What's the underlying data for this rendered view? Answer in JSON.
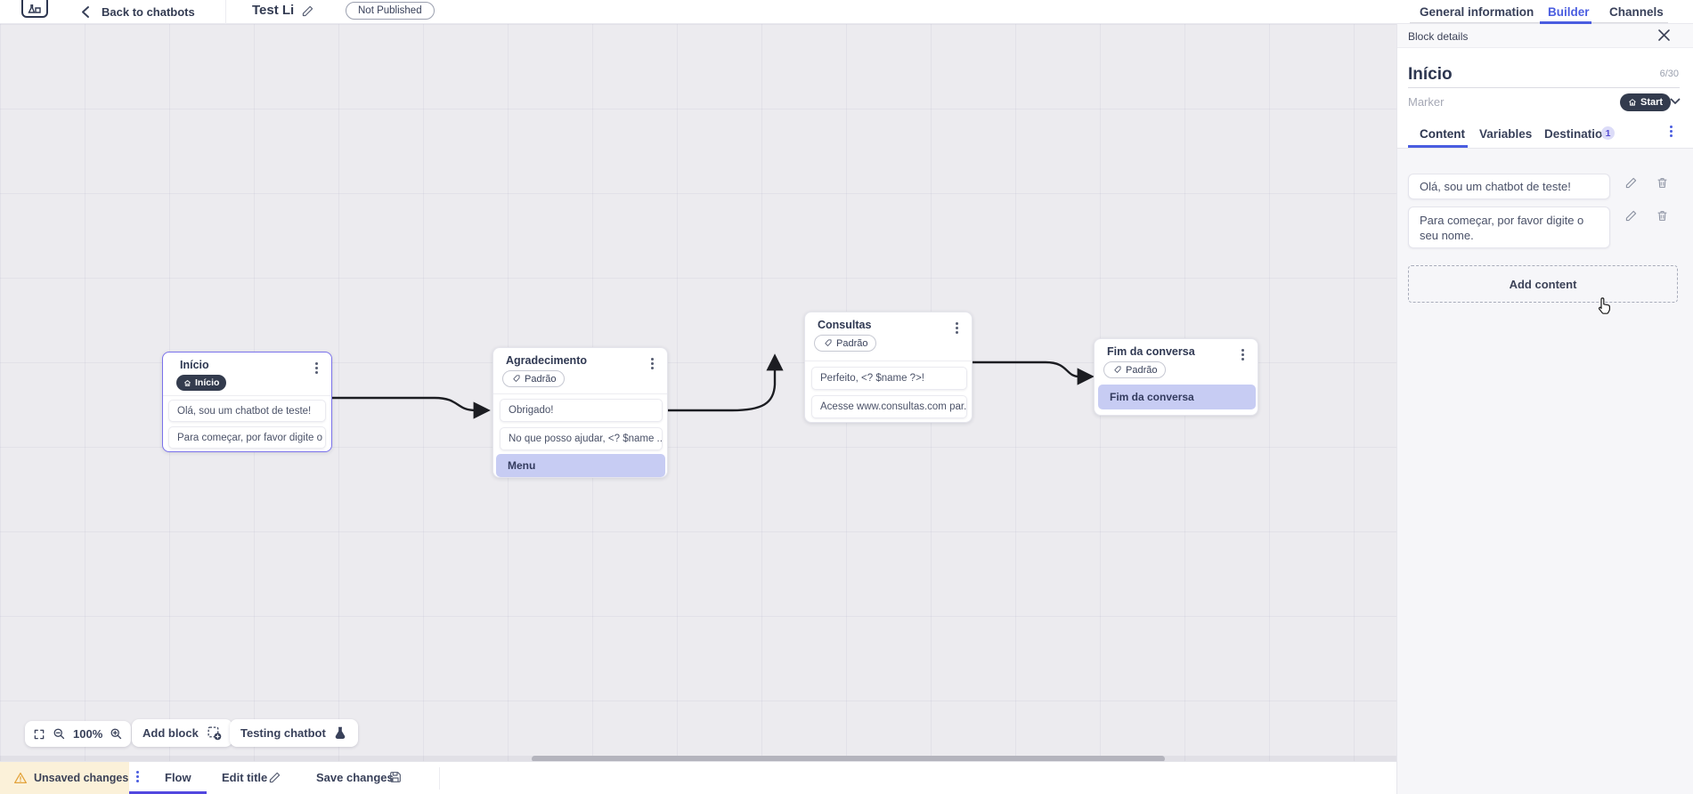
{
  "topbar": {
    "back_label": "Back to chatbots",
    "title": "Test Li",
    "status_badge": "Not Published",
    "tabs": {
      "general": "General information",
      "builder": "Builder",
      "channels": "Channels"
    }
  },
  "panel": {
    "header": "Block details",
    "block_name": "Início",
    "name_counter": "6/30",
    "marker_label": "Marker",
    "marker_value": "Start",
    "tabs": {
      "content": "Content",
      "variables": "Variables",
      "destination": "Destination",
      "destination_badge": "1"
    },
    "contents": [
      "Olá, sou um chatbot de teste!",
      "Para começar, por favor digite o seu nome."
    ],
    "add_content_label": "Add content"
  },
  "canvas": {
    "nodes": [
      {
        "title": "Início",
        "badge": "Início",
        "rows": [
          {
            "text": "Olá, sou um chatbot de teste!"
          },
          {
            "text": "Para começar, por favor digite o ..."
          }
        ]
      },
      {
        "title": "Agradecimento",
        "badge": "Padrão",
        "rows": [
          {
            "text": "Obrigado!"
          },
          {
            "text": "No que posso ajudar, <? $name ..."
          },
          {
            "text": "Menu"
          }
        ]
      },
      {
        "title": "Consultas",
        "badge": "Padrão",
        "rows": [
          {
            "text": "Perfeito, <? $name ?>!"
          },
          {
            "text": "Acesse www.consultas.com par..."
          }
        ]
      },
      {
        "title": "Fim da conversa",
        "badge": "Padrão",
        "rows": [
          {
            "text": "Fim da conversa"
          }
        ]
      }
    ],
    "zoom_level": "100%",
    "add_block_label": "Add block",
    "testing_label": "Testing chatbot"
  },
  "bottombar": {
    "unsaved_label": "Unsaved changes",
    "flow_label": "Flow",
    "edit_title_label": "Edit title",
    "save_label": "Save changes"
  },
  "colors": {
    "accent_blue": "#4a5de0",
    "flow_underline": "#5247df",
    "dark_pill": "#333b4d",
    "highlight_row": "#c7ccf3",
    "warning_bg": "#fbf1d9",
    "warning_icon": "#e3a33b",
    "canvas_bg": "#ecebef",
    "connector": "#1c1d22"
  }
}
